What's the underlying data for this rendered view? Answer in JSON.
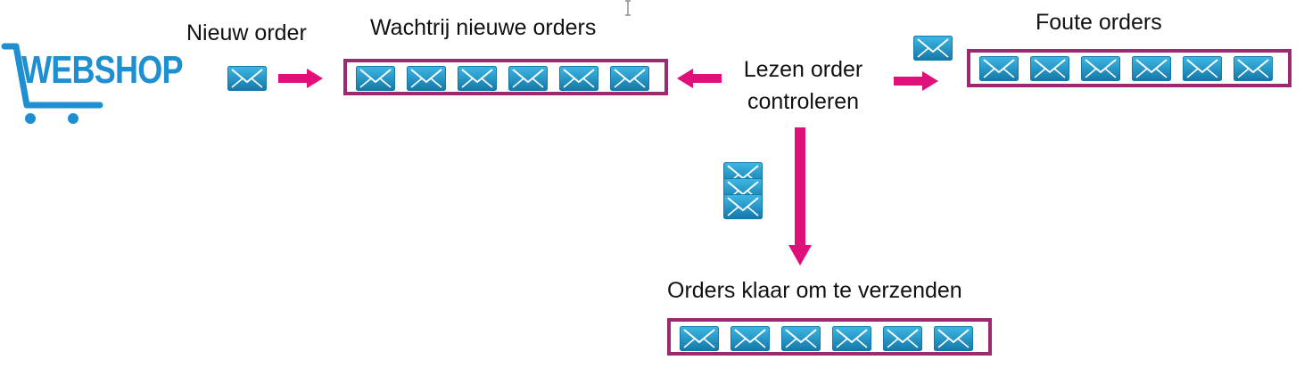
{
  "logo": {
    "text": "WEBSHOP",
    "color": "#1e8fd0",
    "icon": "shopping-cart-icon"
  },
  "labels": {
    "new_order": "Nieuw order",
    "queue_new": "Wachtrij nieuwe orders",
    "process_line1": "Lezen order",
    "process_line2": "controleren",
    "error_orders": "Foute orders",
    "ready_orders": "Orders klaar om te verzenden"
  },
  "queues": {
    "new_orders_count": 6,
    "error_orders_count": 6,
    "ready_orders_count": 6
  },
  "colors": {
    "arrow": "#e0107a",
    "queue_border": "#9c2a72",
    "envelope_dark": "#1478a8",
    "envelope_light": "#3db7e4",
    "envelope_line": "#ffffff"
  },
  "icons": {
    "message": "envelope-icon",
    "arrow": "arrow-icon",
    "stack": "envelope-stack-icon"
  }
}
